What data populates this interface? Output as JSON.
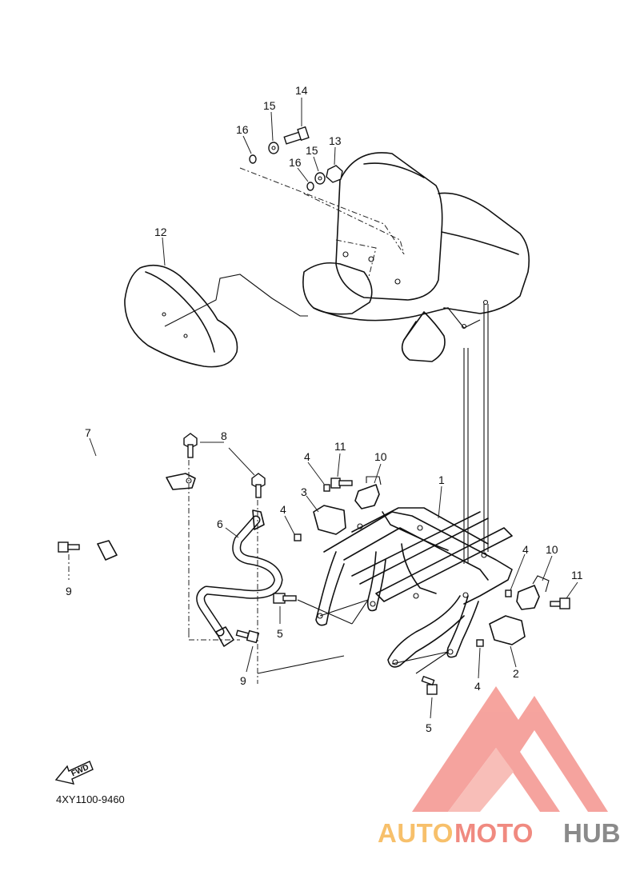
{
  "diagram": {
    "code": "4XY1100-9460",
    "fwd_label": "FWD",
    "callouts": [
      {
        "id": "c1",
        "label": "1"
      },
      {
        "id": "c2",
        "label": "2"
      },
      {
        "id": "c3",
        "label": "3"
      },
      {
        "id": "c4a",
        "label": "4"
      },
      {
        "id": "c4b",
        "label": "4"
      },
      {
        "id": "c4c",
        "label": "4"
      },
      {
        "id": "c4d",
        "label": "4"
      },
      {
        "id": "c5a",
        "label": "5"
      },
      {
        "id": "c5b",
        "label": "5"
      },
      {
        "id": "c6",
        "label": "6"
      },
      {
        "id": "c7",
        "label": "7"
      },
      {
        "id": "c8",
        "label": "8"
      },
      {
        "id": "c9a",
        "label": "9"
      },
      {
        "id": "c9b",
        "label": "9"
      },
      {
        "id": "c10a",
        "label": "10"
      },
      {
        "id": "c10b",
        "label": "10"
      },
      {
        "id": "c11a",
        "label": "11"
      },
      {
        "id": "c11b",
        "label": "11"
      },
      {
        "id": "c12",
        "label": "12"
      },
      {
        "id": "c13",
        "label": "13"
      },
      {
        "id": "c14",
        "label": "14"
      },
      {
        "id": "c15a",
        "label": "15"
      },
      {
        "id": "c15b",
        "label": "15"
      },
      {
        "id": "c16a",
        "label": "16"
      },
      {
        "id": "c16b",
        "label": "16"
      }
    ]
  },
  "watermark": {
    "part1": "AUTO",
    "part2": "MOTO",
    "part3": "HUB",
    "colors": {
      "auto": "#f7c06b",
      "moto": "#f08a80",
      "hub": "#8a8a8a",
      "logo": "#f59a94"
    }
  }
}
